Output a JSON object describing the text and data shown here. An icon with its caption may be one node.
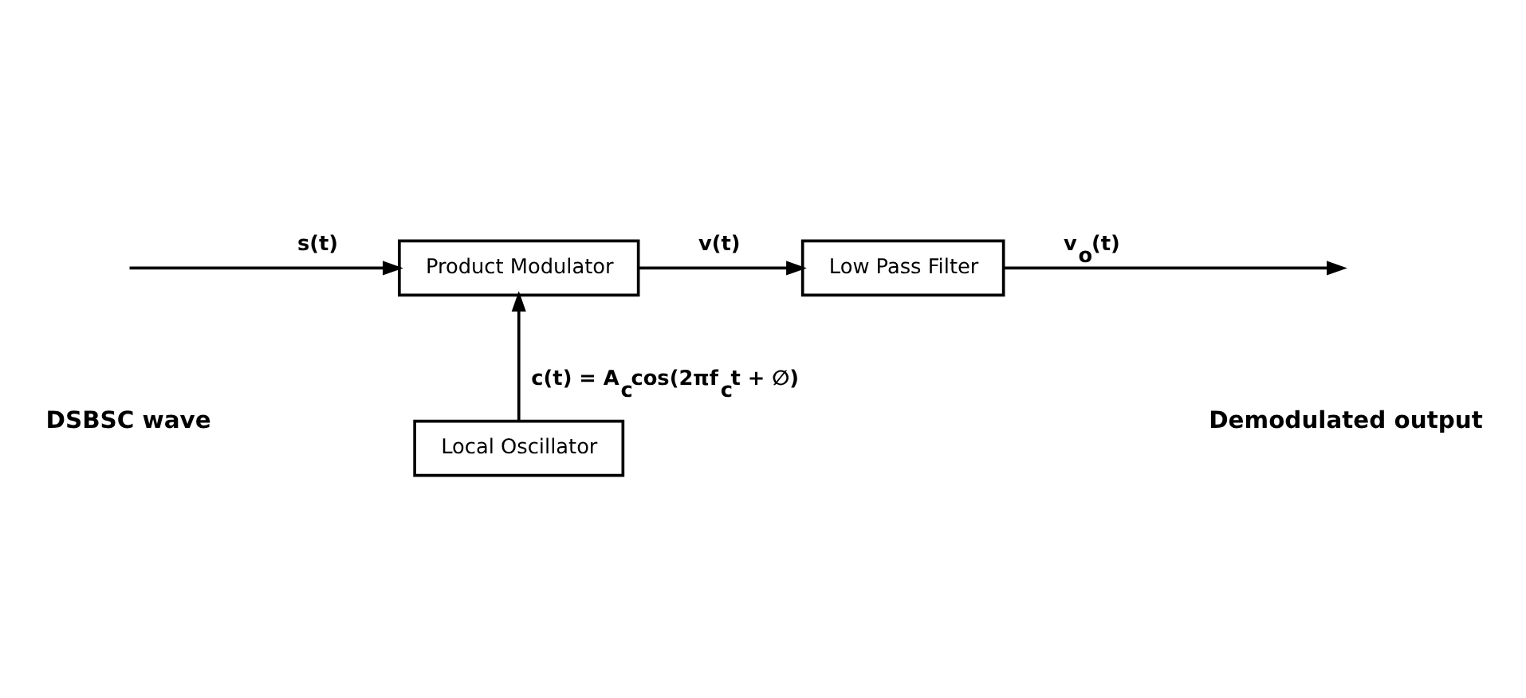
{
  "diagram": {
    "nodes": [
      {
        "text": [
          "Product Modulator"
        ]
      },
      {
        "text": [
          "Low Pass Filter"
        ]
      },
      {
        "text": [
          "Local Oscillator"
        ]
      }
    ],
    "edges": [
      {
        "from": null,
        "to": 0,
        "arrow": "to",
        "label": "s(t)"
      },
      {
        "from": 0,
        "to": 1,
        "arrow": "to",
        "label": "v(t)"
      },
      {
        "from": 1,
        "to": null,
        "arrow": "to",
        "label": "v$_{o}$(t)"
      },
      {
        "from": 2,
        "to": 0,
        "arrow": "to",
        "label": "c(t) = A$_{c}$cos(2πf$_{c}$t + ∅)"
      }
    ],
    "labels": [
      "DSBSC wave",
      "Demodulated output"
    ]
  }
}
